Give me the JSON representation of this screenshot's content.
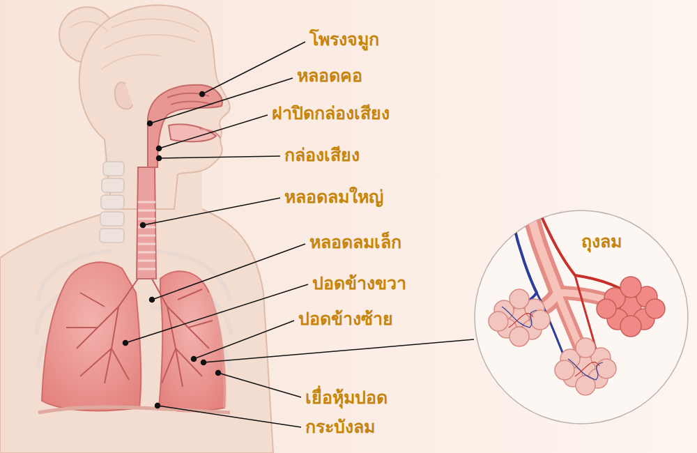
{
  "diagram": {
    "nodes": [
      {
        "text": [
          "ถุงลม"
        ]
      }
    ],
    "labels": [
      "โพรงจมูก",
      "หลอดคอ",
      "ฝาปิดกล่องเสียง",
      "กล่องเสียง",
      "หลอดลมใหญ่",
      "หลอดลมเล็ก",
      "ปอดข้างขวา",
      "ปอดข้างซ้าย",
      "เยื่อหุ้มปอด",
      "กระบังลม"
    ]
  }
}
